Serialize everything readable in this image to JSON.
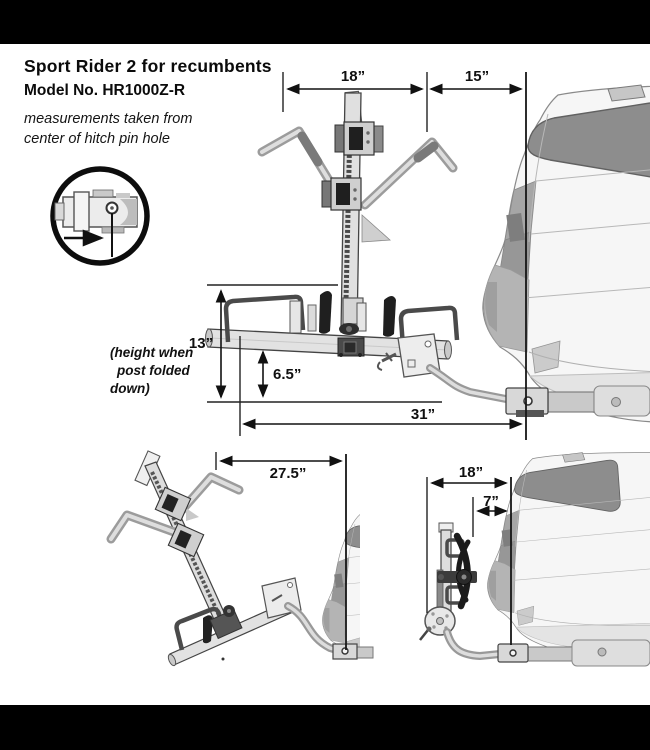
{
  "header": {
    "title": "Sport Rider 2 for recumbents",
    "model": "Model No. HR1000Z-R",
    "note_line1": "measurements taken from",
    "note_line2": "center of hitch pin hole"
  },
  "main_view": {
    "dim_hook_span": "18”",
    "dim_rack_to_car": "15”",
    "dim_folded_height": "13”",
    "dim_tray_height": "6.5”",
    "dim_overall_length": "31”",
    "height_note_line1": "(height when",
    "height_note_line2": "post folded",
    "height_note_line3": "down)"
  },
  "tilted_view": {
    "dim_tilted_length": "27.5”"
  },
  "folded_view": {
    "dim_folded_depth": "18”",
    "dim_wheel_to_car": "7”"
  },
  "colors": {
    "frame_bar": "#000000",
    "background": "#ffffff",
    "line_art": "#111111",
    "car_glass": "#8d8d8d",
    "metal_light": "#e2e2e2",
    "strap_dark": "#1f1f1f"
  }
}
